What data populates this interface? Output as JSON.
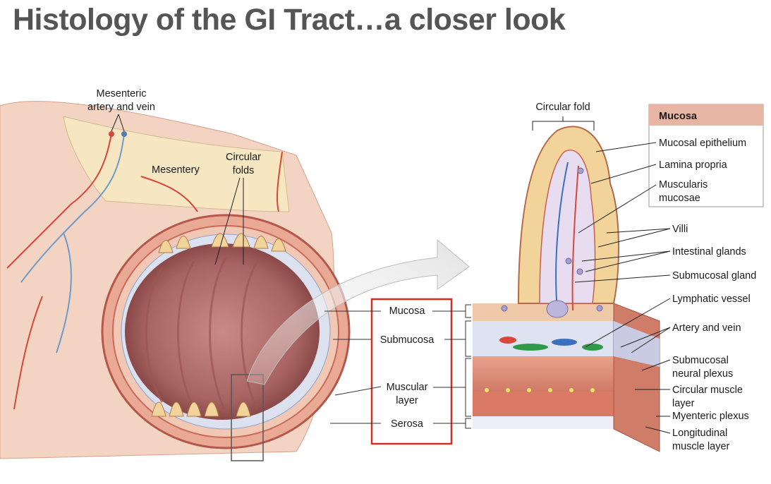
{
  "title": "Histology of the GI Tract…a closer look",
  "labels": {
    "mesenteric_line1": "Mesenteric",
    "mesenteric_line2": "artery and vein",
    "mesentery": "Mesentery",
    "circular_folds_line1": "Circular",
    "circular_folds_line2": "folds",
    "circular_fold": "Circular fold"
  },
  "layers_box": {
    "mucosa": "Mucosa",
    "submucosa": "Submucosa",
    "muscular_line1": "Muscular",
    "muscular_line2": "layer",
    "serosa": "Serosa"
  },
  "mucosa_legend": {
    "header": "Mucosa",
    "mucosal_epithelium": "Mucosal epithelium",
    "lamina_propria": "Lamina propria",
    "muscularis_line1": "Muscularis",
    "muscularis_line2": "mucosae"
  },
  "right_labels": {
    "villi": "Villi",
    "intestinal_glands": "Intestinal glands",
    "submucosal_gland": "Submucosal gland",
    "lymphatic_vessel": "Lymphatic vessel",
    "artery_and_vein": "Artery and vein",
    "submucosal_plexus_line1": "Submucosal",
    "submucosal_plexus_line2": "neural plexus",
    "circular_muscle_line1": "Circular muscle",
    "circular_muscle_line2": "layer",
    "myenteric_plexus": "Myenteric plexus",
    "longitudinal_line1": "Longitudinal",
    "longitudinal_line2": "muscle layer"
  },
  "colors": {
    "title": "#555555",
    "mucosa_header_bg": "#e8b4a4",
    "box_red": "#d62d20",
    "tissue_pink": "#c98a7e",
    "muscle_red": "#d9826e",
    "mesentery_cream": "#f6e6c2"
  }
}
